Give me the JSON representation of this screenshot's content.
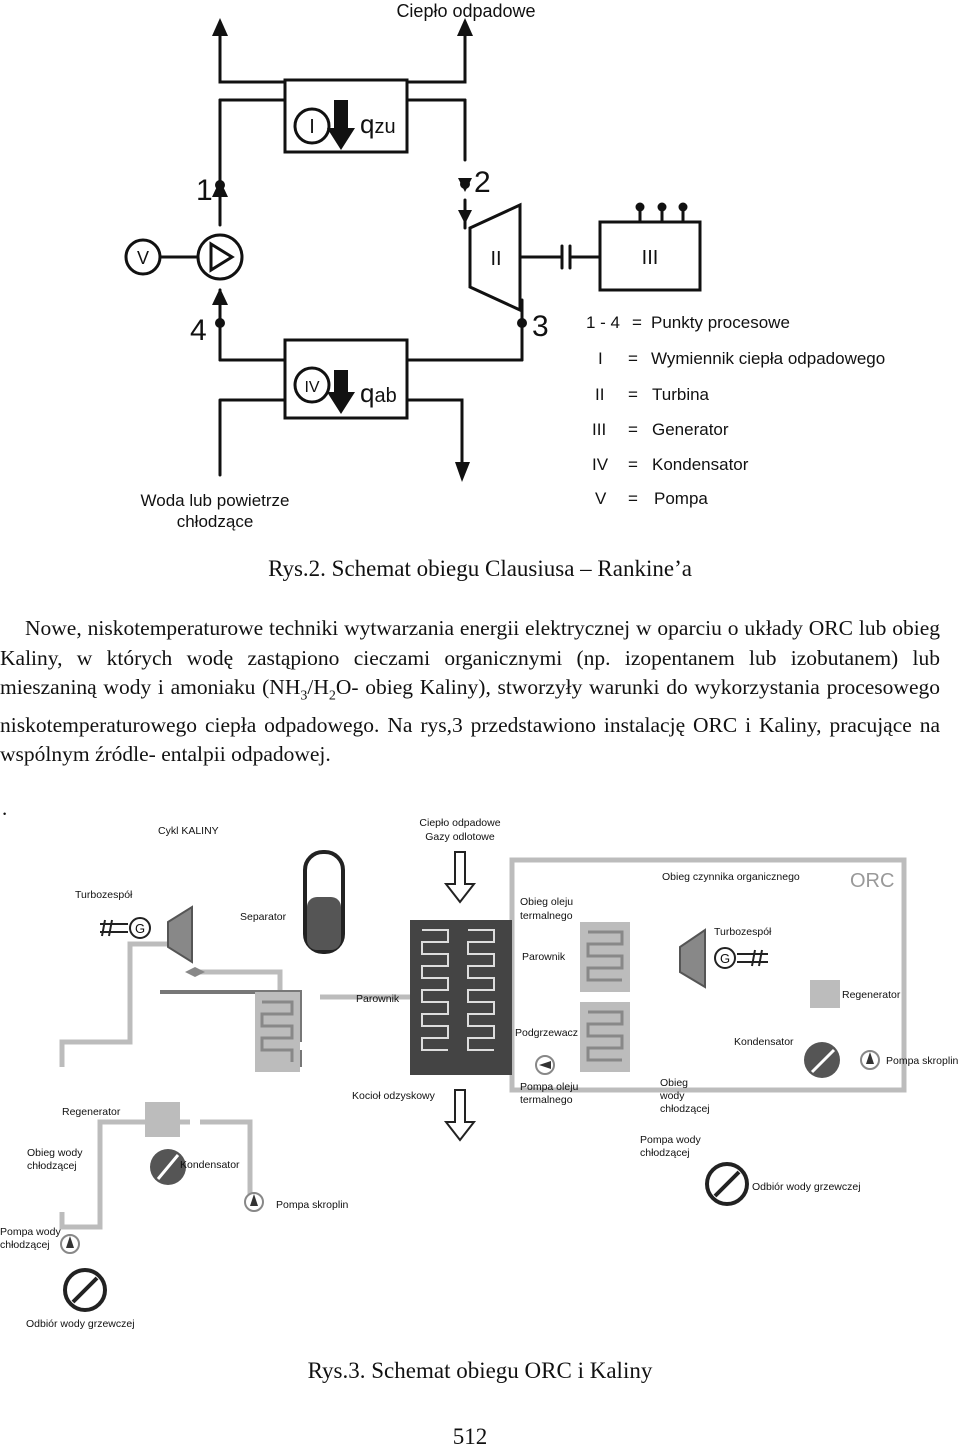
{
  "fig2": {
    "top_label": "Ciepło odpadowe",
    "q_in": "q",
    "q_in_sub": "zu",
    "q_out": "q",
    "q_out_sub": "ab",
    "points": [
      "1",
      "2",
      "3",
      "4"
    ],
    "numerals": [
      "I",
      "II",
      "III",
      "IV",
      "V"
    ],
    "coolant_line1": "Woda lub powietrze",
    "coolant_line2": "chłodzące",
    "legend": [
      {
        "key": "1 - 4",
        "eq": "=",
        "value": "Punkty procesowe"
      },
      {
        "key": "I",
        "eq": "=",
        "value": "Wymiennik ciepła odpadowego"
      },
      {
        "key": "II",
        "eq": "=",
        "value": "Turbina"
      },
      {
        "key": "III",
        "eq": "=",
        "value": "Generator"
      },
      {
        "key": "IV",
        "eq": "=",
        "value": "Kondensator"
      },
      {
        "key": "V",
        "eq": "=",
        "value": "Pompa"
      }
    ],
    "caption": "Rys.2. Schemat obiegu Clausiusa – Rankine’a"
  },
  "paragraph": {
    "part1": "Nowe, niskotemperaturowe techniki wytwarzania energii elektrycznej w oparciu o układy ORC lub obieg Kaliny, w których wodę zastąpiono cieczami organicznymi (np. izopentanem lub izobutanem) lub mieszaniną wody i amoniaku (NH",
    "sub1": "3",
    "part2": "/H",
    "sub2": "2",
    "part3": "O- obieg Kaliny), stworzyły warunki do wykorzystania procesowego niskotemperaturowego ciepła odpadowego. Na rys,3 przedstawiono instalację ORC i Kaliny, pracujące na wspólnym źródle- entalpii odpadowej.",
    "trailing_dot": "."
  },
  "fig3": {
    "kalina_title": "Cykl KALINY",
    "heat_line1": "Ciepło odpadowe",
    "heat_line2": "Gazy odlotowe",
    "orc_title": "ORC",
    "orc_loop": "Obieg czynnika organicznego",
    "turbo_left": "Turbozespół",
    "gen_symbol": "G",
    "separator": "Separator",
    "parownik_left": "Parownik",
    "oil_line1": "Obieg oleju",
    "oil_line2": "termalnego",
    "turbo_right": "Turbozespół",
    "parownik_right": "Parownik",
    "regen_right": "Regenerator",
    "podgrzewacz": "Podgrzewacz",
    "kondensator_right": "Kondensator",
    "pompa_skroplin_right": "Pompa skroplin",
    "oil_pump_line1": "Pompa oleju",
    "oil_pump_line2": "termalnego",
    "kociol": "Kocioł odzyskowy",
    "cw_right_line1": "Obieg",
    "cw_right_line2": "wody",
    "cw_right_line3": "chłodzącej",
    "regen_left": "Regenerator",
    "cw_left_line1": "Obieg wody",
    "cw_left_line2": "chłodzącej",
    "kondensator_left": "Kondensator",
    "pompa_skroplin_left": "Pompa skroplin",
    "cw_pump_right_line1": "Pompa wody",
    "cw_pump_right_line2": "chłodzącej",
    "odbior_right": "Odbiór wody grzewczej",
    "cw_pump_left_line1": "Pompa wody",
    "cw_pump_left_line2": "chłodzącej",
    "odbior_left": "Odbiór wody grzewczej",
    "caption": "Rys.3. Schemat obiegu ORC i Kaliny"
  },
  "page_number": "512",
  "colors": {
    "ink": "#111111",
    "gray_dark": "#555555",
    "gray_mid": "#9a9a9a",
    "gray_light": "#c8c8c8",
    "orc_gray": "#bcbcbc"
  }
}
